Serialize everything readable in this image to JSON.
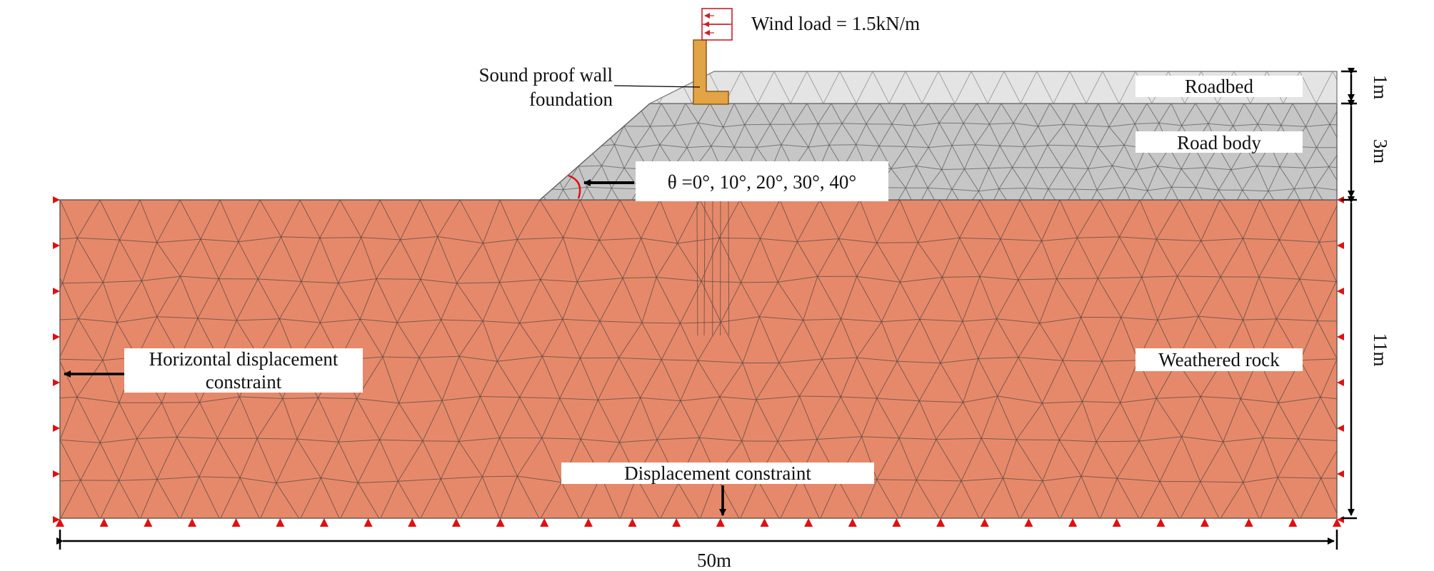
{
  "labels": {
    "wind_load": "Wind load = 1.5kN/m",
    "wall_line1": "Sound proof wall",
    "wall_line2": "foundation",
    "roadbed": "Roadbed",
    "road_body": "Road body",
    "theta": "θ =0°, 10°, 20°, 30°, 40°",
    "weathered_rock": "Weathered rock",
    "horiz_line1": "Horizontal displacement",
    "horiz_line2": "constraint",
    "displacement": "Displacement constraint",
    "dim_1m": "1m",
    "dim_3m": "3m",
    "dim_11m": "11m",
    "dim_50m": "50m"
  },
  "colors": {
    "rock": "#E6896A",
    "road_body": "#C6C6C6",
    "roadbed": "#E4E4E4",
    "wall": "#E2A444",
    "mesh": "#5a4a44",
    "support": "#E01010",
    "wind_box": "#C8202A"
  }
}
